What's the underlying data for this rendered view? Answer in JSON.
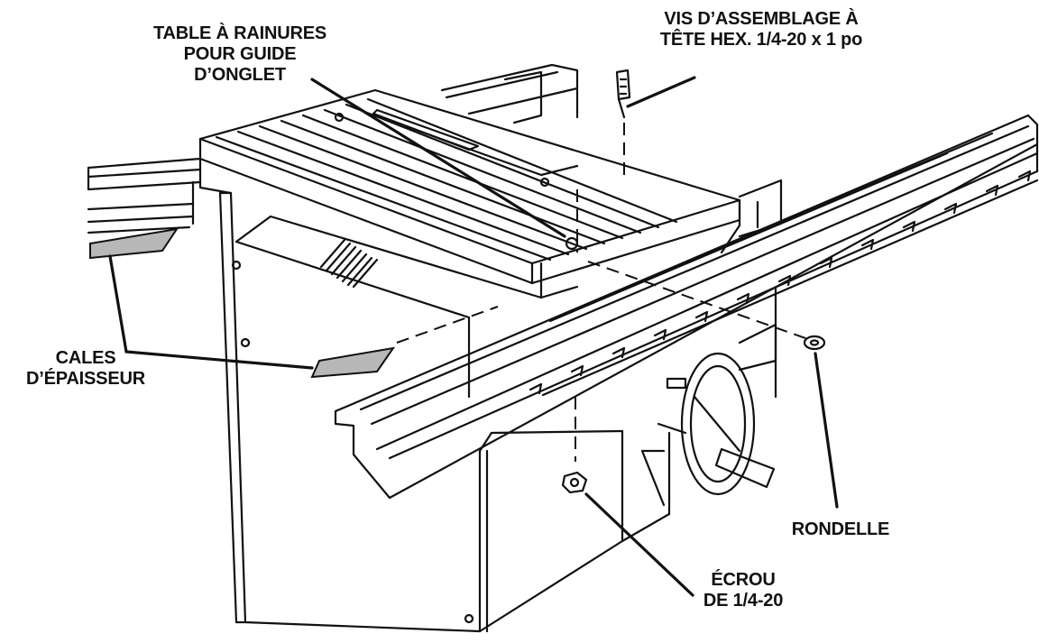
{
  "labels": {
    "table": [
      "TABLE À RAINURES",
      "POUR GUIDE",
      "D’ONGLET"
    ],
    "screw": [
      "VIS D’ASSEMBLAGE À",
      "TÊTE HEX. 1/4-20 x 1 po"
    ],
    "shims": [
      "CALES",
      "D’ÉPAISSEUR"
    ],
    "washer": [
      "RONDELLE"
    ],
    "nut": [
      "ÉCROU",
      "DE 1/4-20"
    ]
  },
  "colors": {
    "ink": "#111111",
    "shim_fill": "#b8b8b8",
    "background": "#ffffff"
  }
}
